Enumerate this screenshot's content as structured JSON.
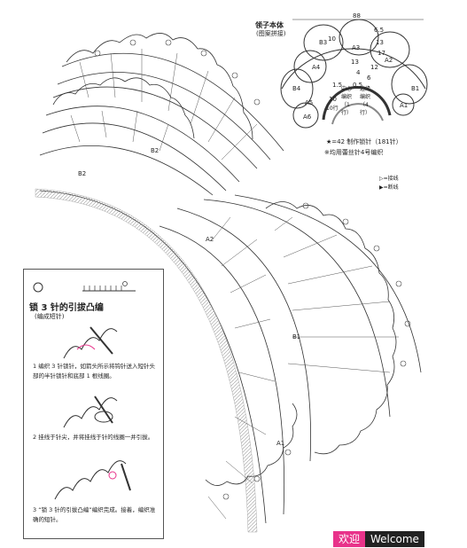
{
  "layout_header": {
    "title": "领子本体",
    "subtitle": "(图案拼接)",
    "top_number": "88"
  },
  "layout_numbers": [
    "10",
    "6.5",
    "13",
    "17",
    "12",
    "6",
    "13",
    "4",
    "10",
    "1.5",
    "0.5"
  ],
  "layout_rows": [
    "边缘编织（4行）",
    "中心编织（1行）",
    "10行"
  ],
  "motif_labels": [
    "B3",
    "A3",
    "A2",
    "B2",
    "A4",
    "B4",
    "A5",
    "A6",
    "B1",
    "A1",
    "B2",
    "A2",
    "B1",
    "A1"
  ],
  "notes": {
    "star_note": "★=42  制作锁针（181针）",
    "gauge_note": "※均用蕾丝针4号编织"
  },
  "legend": {
    "join": "▷=接线",
    "cut": "▶=断线"
  },
  "instructions": {
    "title": "锁 3 针的引拔凸编",
    "sub": "(编成短针)",
    "step1": "1 编织 3 针锁针，如箭头所示将钩针送入短针头部的半针锁针和底部 1 根线圈。",
    "step2": "2 挂线于针尖，并将挂线于针的线圈一并引拔。",
    "step3": "3 “锁 3 针的引拔凸编”编织完成。接着，编织准确的短针。"
  },
  "watermark": {
    "cn": "欢迎",
    "en": "Welcome"
  }
}
